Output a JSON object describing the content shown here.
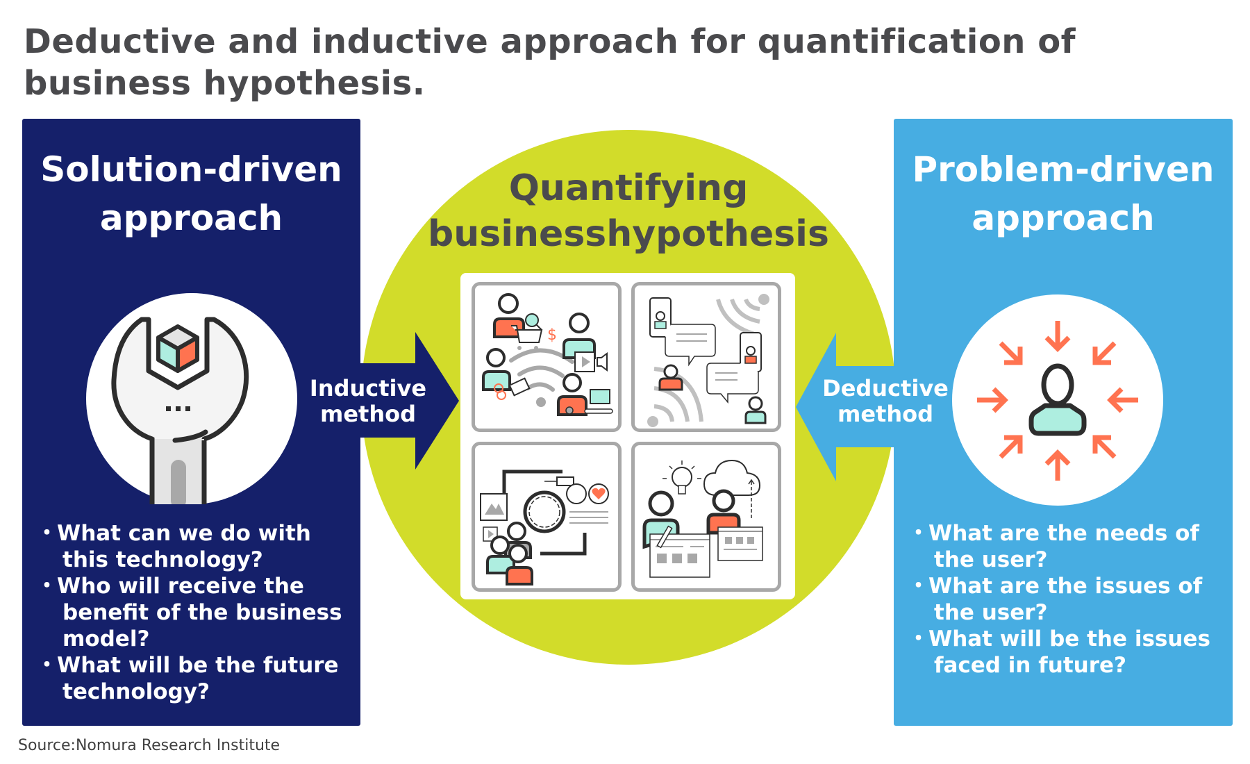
{
  "title": "Deductive and inductive approach for quantification of business hypothesis.",
  "colors": {
    "solution_box": "#15206a",
    "problem_box": "#47ade2",
    "center_circle": "#d2dc2a",
    "title_text": "#4a4a4d",
    "accent_orange": "#ff7350",
    "accent_mint": "#aeeee0"
  },
  "left_panel": {
    "heading_line1": "Solution-driven",
    "heading_line2": "approach",
    "icon": "wrench-with-cube-icon",
    "bullet_marker": "・",
    "bullets": [
      {
        "line1": "What can we do with",
        "line2": "this technology?"
      },
      {
        "line1": "Who will receive the",
        "line2": "benefit of the business",
        "line3": "model?"
      },
      {
        "line1": "What will be the future",
        "line2": "technology?"
      }
    ]
  },
  "center": {
    "heading_line1": "Quantifying",
    "heading_line2": "businesshypothesis",
    "tiles": [
      {
        "icon": "network-users-commerce-icon"
      },
      {
        "icon": "mobile-chat-users-icon"
      },
      {
        "icon": "social-media-feedback-icon"
      },
      {
        "icon": "idea-cloud-collaboration-icon"
      }
    ]
  },
  "inductive_arrow": {
    "line1": "Inductive",
    "line2": "method",
    "direction": "right"
  },
  "deductive_arrow": {
    "line1": "Deductive",
    "line2": "method",
    "direction": "left"
  },
  "right_panel": {
    "heading_line1": "Problem-driven",
    "heading_line2": "approach",
    "icon": "user-focus-arrows-icon",
    "bullet_marker": "・",
    "bullets": [
      {
        "line1": "What are the needs of",
        "line2": "the user?"
      },
      {
        "line1": "What are the issues of",
        "line2": "the user?"
      },
      {
        "line1": "What will be the issues",
        "line2": "faced in future?"
      }
    ]
  },
  "source": "Source:Nomura Research Institute"
}
